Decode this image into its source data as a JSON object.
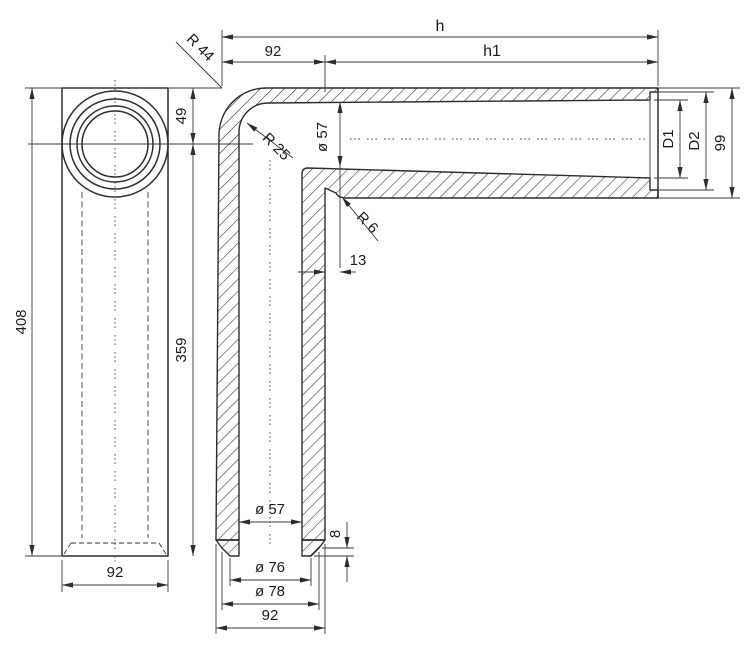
{
  "colors": {
    "line": "#2d2d2d",
    "background": "#ffffff"
  },
  "dims": {
    "top": {
      "h": "h",
      "h1": "h1",
      "width_92": "92",
      "radius_outer": "R 44"
    },
    "section": {
      "radius_inner": "R 25",
      "arm_bore": "ø 57",
      "radius_step": "R 6",
      "step_offset": "13",
      "tube_length": "359"
    },
    "right_end": {
      "d1": "D1",
      "d2": "D2",
      "end_height": "99"
    },
    "end_view": {
      "total_height": "408",
      "center_offset": "49",
      "width": "92"
    },
    "bottom": {
      "tube_bore": "ø 57",
      "flare_inner": "ø 76",
      "flare_outer": "ø 78",
      "tube_width": "92",
      "flare_height": "8"
    }
  }
}
